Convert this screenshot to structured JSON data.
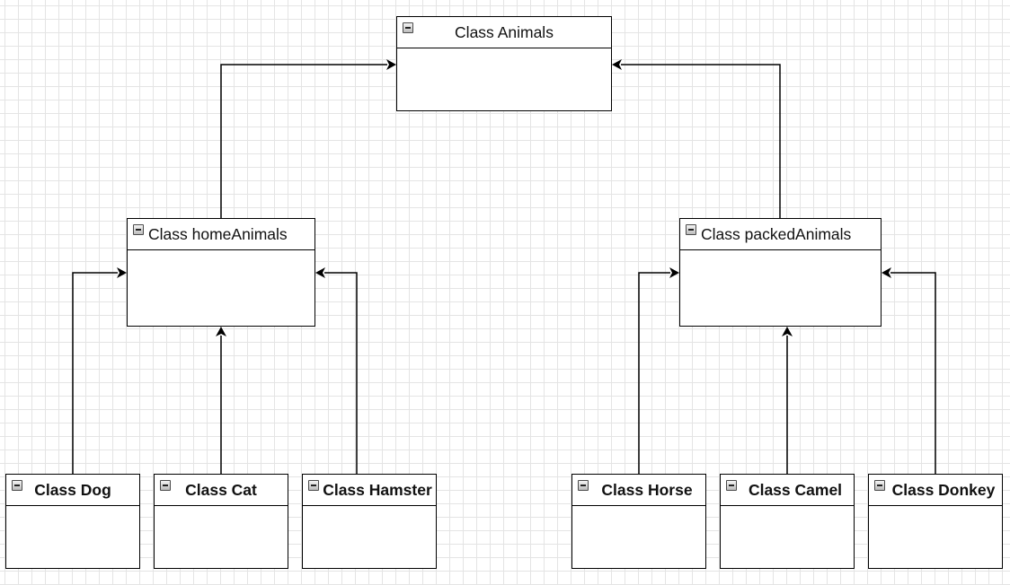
{
  "diagram": {
    "classes": {
      "animals": {
        "title": "Class Animals"
      },
      "home_animals": {
        "title": "Class homeAnimals"
      },
      "packed_animals": {
        "title": "Class packedAnimals"
      },
      "dog": {
        "title": "Class Dog"
      },
      "cat": {
        "title": "Class Cat"
      },
      "hamster": {
        "title": "Class Hamster"
      },
      "horse": {
        "title": "Class Horse"
      },
      "camel": {
        "title": "Class Camel"
      },
      "donkey": {
        "title": "Class Donkey"
      }
    },
    "relations": [
      {
        "from": "Class homeAnimals",
        "to": "Class Animals"
      },
      {
        "from": "Class packedAnimals",
        "to": "Class Animals"
      },
      {
        "from": "Class Dog",
        "to": "Class homeAnimals"
      },
      {
        "from": "Class Cat",
        "to": "Class homeAnimals"
      },
      {
        "from": "Class Hamster",
        "to": "Class homeAnimals"
      },
      {
        "from": "Class Horse",
        "to": "Class packedAnimals"
      },
      {
        "from": "Class Camel",
        "to": "Class packedAnimals"
      },
      {
        "from": "Class Donkey",
        "to": "Class packedAnimals"
      }
    ],
    "icon": "collapse-minus-icon",
    "colors": {
      "line": "#000000",
      "grid": "#e4e4e4",
      "background": "#ffffff"
    }
  }
}
